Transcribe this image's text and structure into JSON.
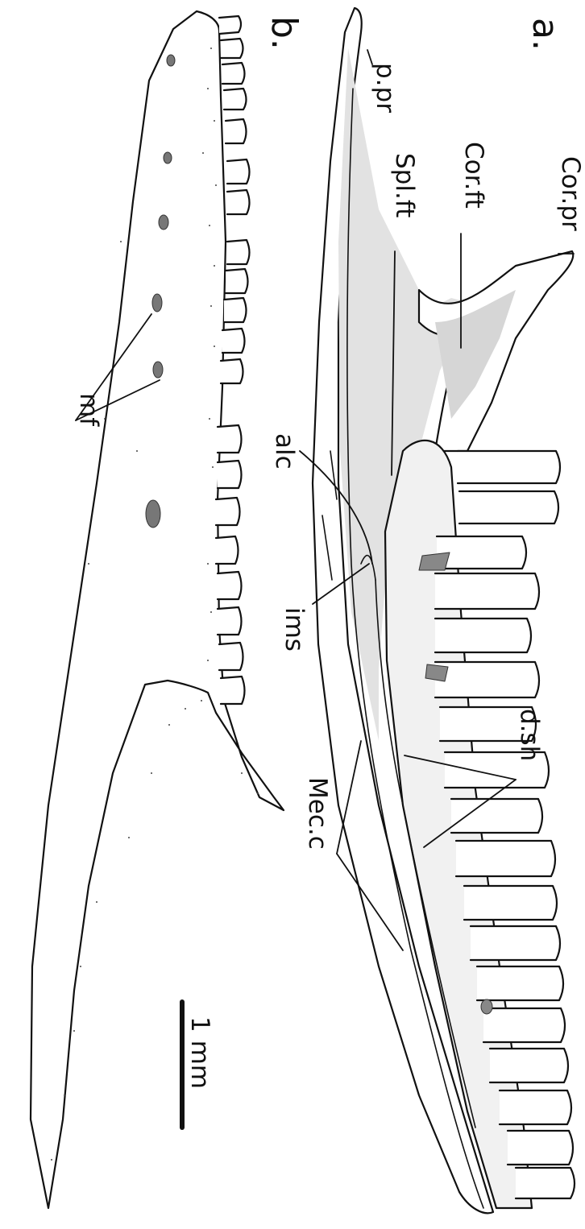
{
  "figure": {
    "panels": {
      "a": "a.",
      "b": "b."
    },
    "labels": {
      "p_pr": "p.pr",
      "cor_pr": "Cor.pr",
      "cor_ft": "Cor.ft",
      "spl_ft": "Spl.ft",
      "alc": "alc",
      "ims": "ims",
      "d_sh": "d.sh",
      "mec_c": "Mec.c",
      "mf": "mf"
    },
    "scale_bar": {
      "label": "1 mm"
    },
    "colors": {
      "line": "#111111",
      "bone_fill": "#ffffff",
      "shade_light": "#e6e6e6",
      "shade_mid": "#d2d2d2",
      "foramen": "#777777"
    }
  }
}
